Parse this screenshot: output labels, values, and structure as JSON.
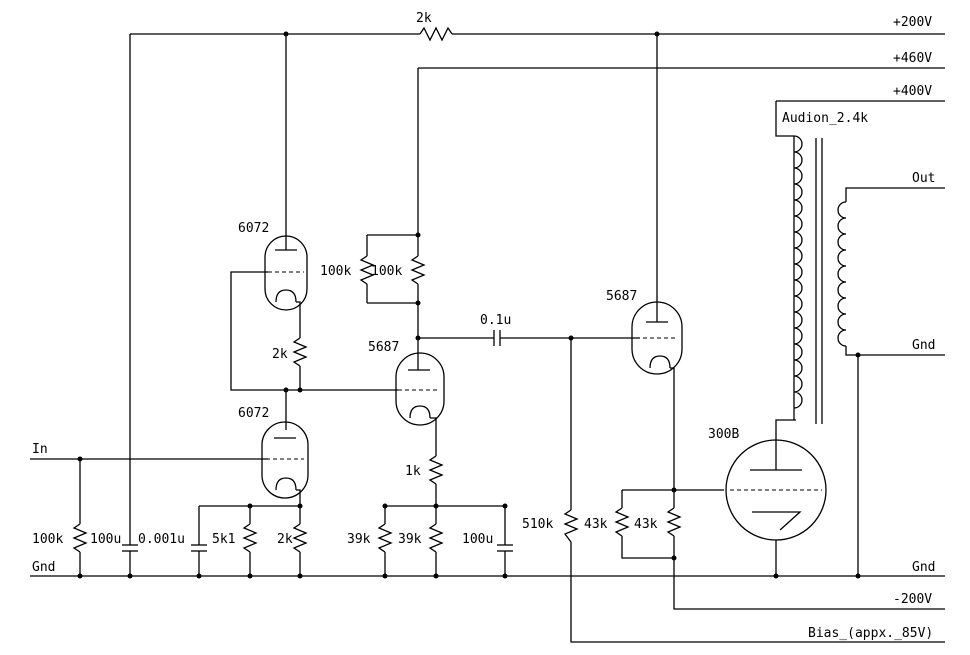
{
  "rails": {
    "plus200": "+200V",
    "plus460": "+460V",
    "plus400": "+400V",
    "minus200": "-200V",
    "bias": "Bias_(appx._85V)",
    "gnd_left": "Gnd",
    "gnd_right": "Gnd"
  },
  "io": {
    "input": "In",
    "output": "Out",
    "output_gnd": "Gnd"
  },
  "tubes": {
    "upper_6072": "6072",
    "lower_6072": "6072",
    "mid_5687": "5687",
    "right_5687": "5687",
    "power_300b": "300B"
  },
  "transformer": "Audion_2.4k",
  "components": {
    "r_top_2k": "2k",
    "r_inter_2k": "2k",
    "r_100k_a": "100k",
    "r_100k_b": "100k",
    "r_1k": "1k",
    "c_coupling": "0.1u",
    "r_in_100k": "100k",
    "c_100u_a": "100u",
    "c_0001u": "0.001u",
    "r_5k1": "5k1",
    "r_cath_2k": "2k",
    "r_39k_a": "39k",
    "r_39k_b": "39k",
    "c_100u_b": "100u",
    "r_510k": "510k",
    "r_43k_a": "43k",
    "r_43k_b": "43k"
  }
}
